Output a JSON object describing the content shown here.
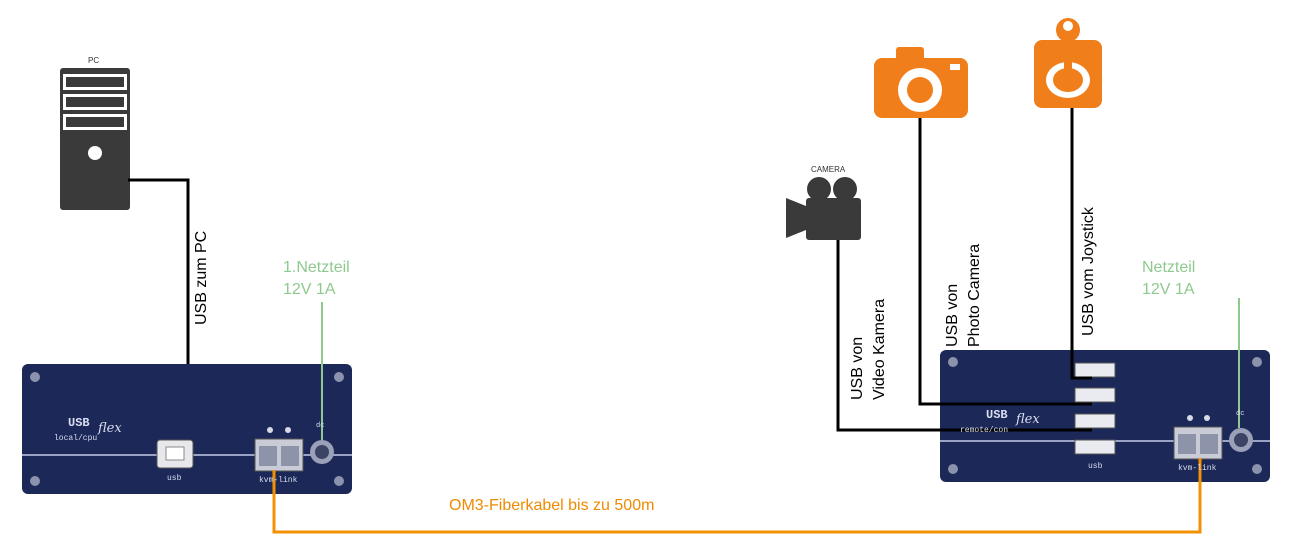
{
  "labels": {
    "pc": "PC",
    "camera": "CAMERA",
    "usb_to_pc": "USB zum PC",
    "psu_left_line1": "1.Netzteil",
    "psu_left_line2": "12V 1A",
    "psu_right_line1": "Netzteil",
    "psu_right_line2": "12V 1A",
    "usb_video_line1": "USB von",
    "usb_video_line2": "Video  Kamera",
    "usb_photo_line1": "USB von",
    "usb_photo_line2": "Photo Camera",
    "usb_joystick": "USB vom Joystick",
    "fiber": "OM3-Fiberkabel bis zu 500m"
  },
  "left_device": {
    "brand": "USB",
    "brand_script": "flex",
    "model": "local/cpu",
    "port_usb": "usb",
    "port_link": "kvm-link",
    "port_dc": "dc"
  },
  "right_device": {
    "brand": "USB",
    "brand_script": "flex",
    "model": "remote/con",
    "port_usb": "usb",
    "port_link": "kvm-link",
    "port_dc": "dc"
  },
  "colors": {
    "device_blue": "#1c2858",
    "orange_icon": "#f07e1a",
    "fiber_orange": "#f39200",
    "power_green": "#8fc98f",
    "pc_gray": "#3a3a3a"
  },
  "icons": [
    "pc-tower-icon",
    "video-camera-icon",
    "photo-camera-icon",
    "joystick-icon"
  ]
}
